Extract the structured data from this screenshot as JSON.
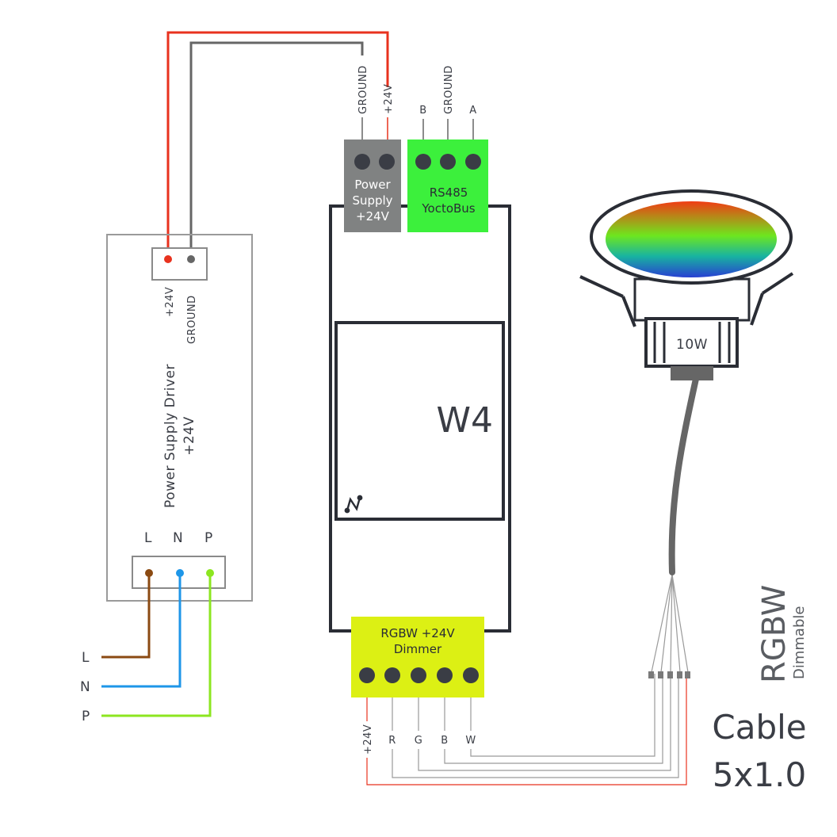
{
  "psu": {
    "title_line1": "Power Supply Driver",
    "title_line2": "+24V",
    "out_plus": "+24V",
    "out_ground": "GROUND",
    "in_L": "L",
    "in_N": "N",
    "in_P": "P"
  },
  "mains": {
    "L": "L",
    "N": "N",
    "P": "P"
  },
  "module": {
    "name": "W4",
    "power_block_line1": "Power",
    "power_block_line2": "Supply",
    "power_block_line3": "+24V",
    "power_pin_ground": "GROUND",
    "power_pin_plus": "+24V",
    "bus_block_line1": "RS485",
    "bus_block_line2": "YoctoBus",
    "bus_pin_b": "B",
    "bus_pin_ground": "GROUND",
    "bus_pin_a": "A",
    "dimmer_line1": "RGBW +24V",
    "dimmer_line2": "Dimmer",
    "out_pins": [
      "+24V",
      "R",
      "G",
      "B",
      "W"
    ]
  },
  "lamp": {
    "power": "10W",
    "type": "RGBW",
    "subtype": "Dimmable"
  },
  "cable": {
    "line1": "Cable",
    "line2": "5x1.0"
  },
  "colors": {
    "red_wire": "#e8321e",
    "gray_wire": "#666666",
    "brown_wire": "#8b4a12",
    "blue_wire": "#1e96e8",
    "green_wire": "#8ce620",
    "power_block": "#808282",
    "bus_block": "#3cf03c",
    "dimmer_block": "#dcf014",
    "module_outline": "#2a2d35"
  }
}
